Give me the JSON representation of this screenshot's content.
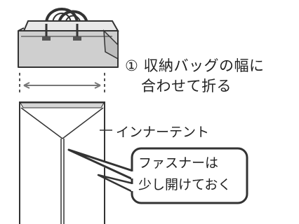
{
  "step": {
    "line1": "① 収納バッグの幅に",
    "line2": "合わせて折る"
  },
  "tent_label": "インナーテント",
  "callout": {
    "line1": "ファスナーは",
    "line2": "少し開けておく"
  },
  "colors": {
    "bag_fill": "#cfcfcf",
    "bag_top": "#e8e8e8",
    "stroke": "#333333",
    "arrow": "#777777"
  }
}
